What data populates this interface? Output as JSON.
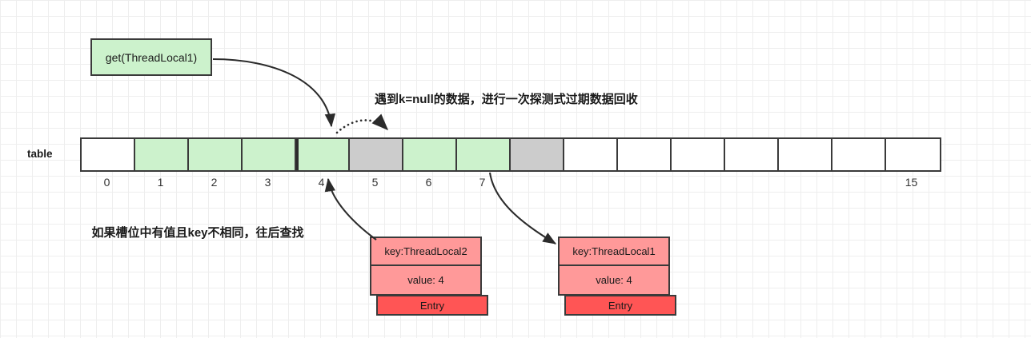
{
  "diagram": {
    "title_label": "table",
    "call_box": {
      "label": "get(ThreadLocal1)"
    },
    "notes": {
      "null_probe": "遇到k=null的数据，进行一次探测式过期数据回收",
      "backward_search": "如果槽位中有值且key不相同，往后查找"
    },
    "table": {
      "label": "table",
      "slot_count": 16,
      "slots": [
        {
          "index": 0,
          "state": "empty",
          "color": "#ffffff"
        },
        {
          "index": 1,
          "state": "occupied",
          "color": "#ccf2cc"
        },
        {
          "index": 2,
          "state": "occupied",
          "color": "#ccf2cc"
        },
        {
          "index": 3,
          "state": "occupied",
          "color": "#ccf2cc"
        },
        {
          "index": 4,
          "state": "occupied",
          "color": "#ccf2cc"
        },
        {
          "index": 5,
          "state": "stale",
          "color": "#cccccc"
        },
        {
          "index": 6,
          "state": "occupied",
          "color": "#ccf2cc"
        },
        {
          "index": 7,
          "state": "occupied",
          "color": "#ccf2cc"
        },
        {
          "index": 8,
          "state": "stale",
          "color": "#cccccc"
        },
        {
          "index": 9,
          "state": "empty",
          "color": "#ffffff"
        },
        {
          "index": 10,
          "state": "empty",
          "color": "#ffffff"
        },
        {
          "index": 11,
          "state": "empty",
          "color": "#ffffff"
        },
        {
          "index": 12,
          "state": "empty",
          "color": "#ffffff"
        },
        {
          "index": 13,
          "state": "empty",
          "color": "#ffffff"
        },
        {
          "index": 14,
          "state": "empty",
          "color": "#ffffff"
        },
        {
          "index": 15,
          "state": "empty",
          "color": "#ffffff"
        }
      ],
      "visible_index_labels": [
        "0",
        "1",
        "2",
        "3",
        "4",
        "5",
        "6",
        "7",
        "15"
      ]
    },
    "entries": [
      {
        "id": "entry-left",
        "key": "key:ThreadLocal2",
        "value": "value: 4",
        "tag": "Entry",
        "slot": 4
      },
      {
        "id": "entry-right",
        "key": "key:ThreadLocal1",
        "value": "value: 4",
        "tag": "Entry",
        "slot": 7
      }
    ],
    "arrows": [
      {
        "name": "get-to-slot4",
        "style": "solid",
        "from": "get(ThreadLocal1)",
        "to": "slot 4"
      },
      {
        "name": "slot4-to-slot5",
        "style": "dotted",
        "from": "slot 4",
        "to": "slot 5"
      },
      {
        "name": "entry2-to-slot4",
        "style": "solid",
        "from": "entry-left",
        "to": "slot 4"
      },
      {
        "name": "slot7-to-entry1",
        "style": "solid",
        "from": "slot 7",
        "to": "entry-right"
      }
    ],
    "colors": {
      "occupied": "#ccf2cc",
      "stale": "#cccccc",
      "empty": "#ffffff",
      "entry_kv": "#ff9999",
      "entry_tag": "#ff5555",
      "stroke": "#3a3a3a",
      "grid": "#eeeeee"
    }
  }
}
